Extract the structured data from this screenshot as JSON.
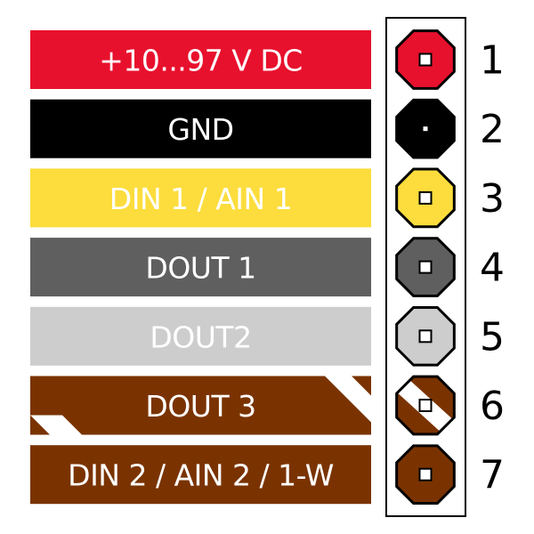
{
  "pins": [
    {
      "number": "1",
      "label": "+10...97 V DC",
      "color": "#e8112d",
      "striped": false,
      "stripe_color": ""
    },
    {
      "number": "2",
      "label": "GND",
      "color": "#000000",
      "striped": false,
      "stripe_color": ""
    },
    {
      "number": "3",
      "label": "DIN 1 / AIN 1",
      "color": "#fcdd3d",
      "striped": false,
      "stripe_color": ""
    },
    {
      "number": "4",
      "label": "DOUT 1",
      "color": "#5f5f5f",
      "striped": false,
      "stripe_color": ""
    },
    {
      "number": "5",
      "label": "DOUT2",
      "color": "#cdcdcd",
      "striped": false,
      "stripe_color": ""
    },
    {
      "number": "6",
      "label": "DOUT 3",
      "color": "#7a3300",
      "striped": true,
      "stripe_color": "#ffffff"
    },
    {
      "number": "7",
      "label": "DIN 2 / AIN 2 / 1-W",
      "color": "#7a3300",
      "striped": false,
      "stripe_color": ""
    }
  ]
}
